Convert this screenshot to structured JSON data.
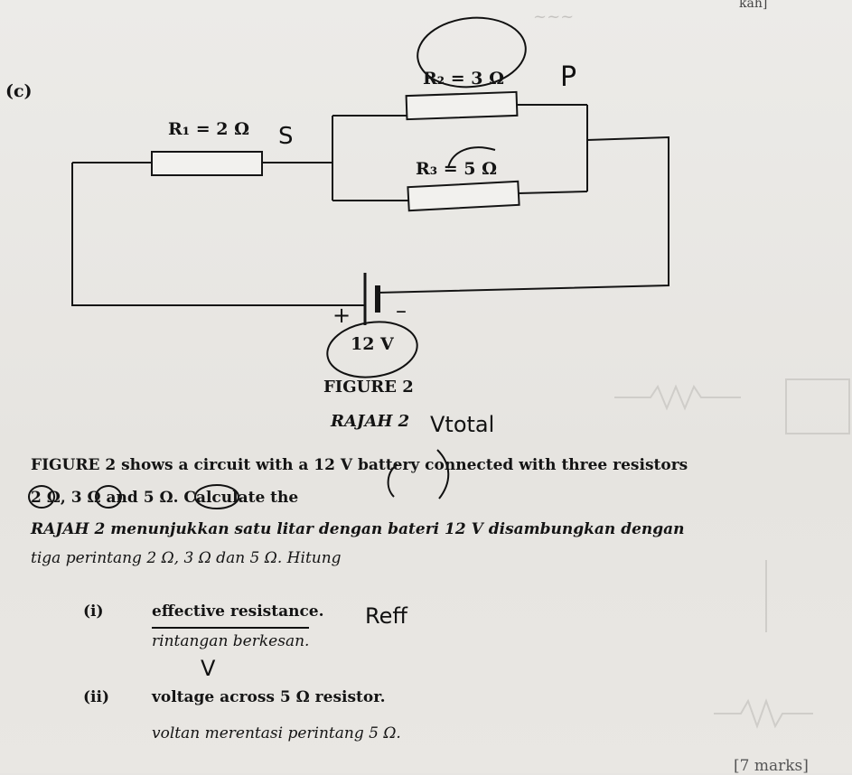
{
  "page": {
    "corner_fragment": "kah]",
    "part_label": "(c)"
  },
  "circuit": {
    "r1_label": "R₁ = 2 Ω",
    "r2_label": "R₂ = 3 Ω",
    "r3_label": "R₃ = 5 Ω",
    "battery_label": "12 V",
    "plus_sign": "+",
    "minus_sign": "–",
    "figure_title": "FIGURE 2",
    "rajah_title": "RAJAH 2",
    "annotation_p": "P",
    "annotation_s": "S",
    "annotation_vtotal": "Vtotal"
  },
  "question": {
    "en_line1": "FIGURE 2 shows a circuit with a 12 V battery connected with three resistors",
    "en_line2": "2 Ω, 3 Ω and 5 Ω. Calculate the",
    "ms_line1": "RAJAH 2 menunjukkan satu litar dengan bateri 12 V disambungkan dengan",
    "ms_line2": "tiga perintang 2 Ω, 3 Ω dan 5 Ω. Hitung",
    "part_i_num": "(i)",
    "part_i_en": "effective resistance.",
    "part_i_ms": "rintangan berkesan.",
    "part_i_note": "Reff",
    "part_ii_num": "(ii)",
    "part_ii_en": "voltage across 5 Ω resistor.",
    "part_ii_ms": "voltan merentasi perintang 5 Ω.",
    "part_ii_note": "V",
    "marks": "[7 marks]"
  }
}
